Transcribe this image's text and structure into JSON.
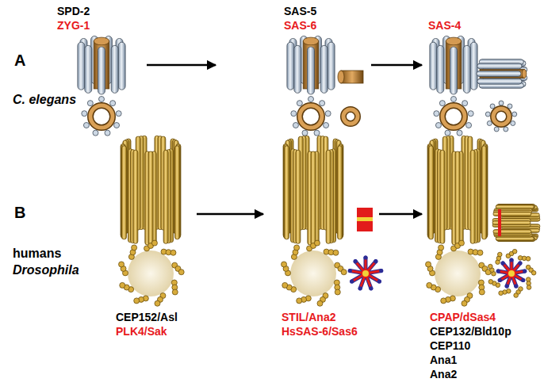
{
  "diagram": {
    "labels": [
      "SPD-2",
      "ZYG-1",
      "SAS-5",
      "SAS-6",
      "SAS-4",
      "A",
      "C. elegans",
      "B",
      "humans",
      "Drosophila",
      "CEP152/Asl",
      "PLK4/Sak",
      "STIL/Ana2",
      "HsSAS-6/Sas6",
      "CPAP/dSas4",
      "CEP132/Bld10p",
      "CEP110",
      "Ana1",
      "Ana2"
    ]
  }
}
